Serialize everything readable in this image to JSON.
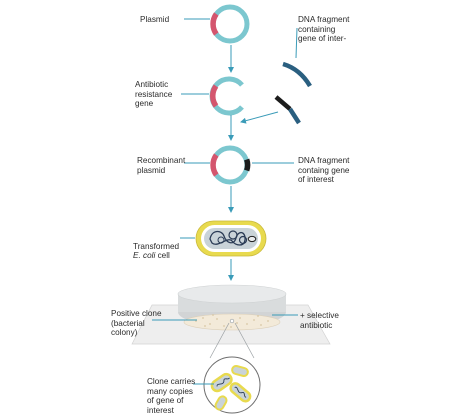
{
  "labels": {
    "plasmid": "Plasmid",
    "antibiotic_resistance_gene": "Antibiotic\nresistance\ngene",
    "recombinant_plasmid": "Recombinant\nplasmid",
    "transformed_line1": "Transformed",
    "transformed_species": "E. coli",
    "transformed_cell": " cell",
    "positive_clone": "Positive clone\n(bacterial\ncolony)",
    "clone_carries": "Clone carries\nmany copies\nof gene of\ninterest",
    "dna_fragment_top": "DNA fragment\ncontaining\ngene of inter-",
    "dna_fragment_mid": "DNA fragment\ncontaing gene\nof interest",
    "selective_antibiotic": "+ selective\nantibiotic"
  },
  "colors": {
    "arrow": "#3a9bb8",
    "plasmid_ring": "#7cc7cf",
    "resistance_gene": "#d4566e",
    "dna_fragment": "#2a5f80",
    "gene_of_interest": "#1c1c1c",
    "cell_outer": "#e8da4e",
    "cell_body": "#c9d3d8",
    "dish": "#d9dcdd",
    "agar": "#f3ead9"
  }
}
